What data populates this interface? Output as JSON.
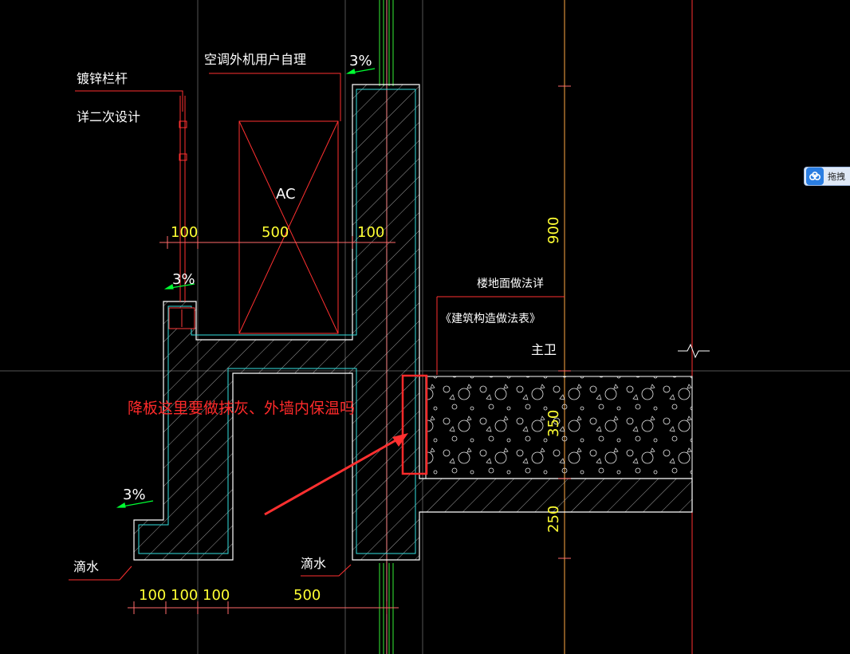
{
  "labels": {
    "railing_line1": "镀锌栏杆",
    "railing_line2": "详二次设计",
    "ac_note": "空调外机用户自理",
    "ac_box": "AC",
    "floor_note": "楼地面做法详",
    "floor_ref": "《建筑构造做法表》",
    "room": "主卫",
    "drip1": "滴水",
    "drip2": "滴水",
    "question": "降板这里要做抹灰、外墙内保温吗"
  },
  "slopes": {
    "top": "3%",
    "mid": "3%",
    "bottom": "3%"
  },
  "dimensions": {
    "dim100a": "100",
    "dim500a": "500",
    "dim100b": "100",
    "dim100c": "100",
    "dim100d": "100",
    "dim100e": "100",
    "dim500b": "500",
    "dim900": "900",
    "dim350": "350",
    "dim250": "250"
  },
  "float_tool": {
    "label": "拖拽",
    "icon": "cloud-icon"
  },
  "colors": {
    "background": "#000000",
    "linework": "#ff3a3a",
    "dimension_text": "#ffff33",
    "wall_outline": "#33e0e0",
    "slope_arrow": "#00ff33",
    "annotation": "#ff2a2a"
  }
}
